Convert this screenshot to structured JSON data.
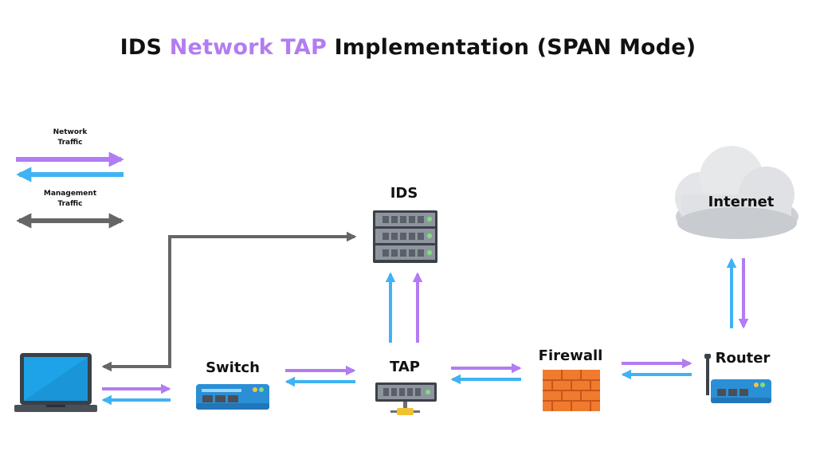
{
  "title": {
    "prefix": "IDS",
    "accent": "Network TAP",
    "suffix": "Implementation (SPAN Mode)",
    "accent_color": "#b27cf2"
  },
  "legend": {
    "network_label_1": "Network",
    "network_label_2": "Traffic",
    "management_label_1": "Management",
    "management_label_2": "Traffic"
  },
  "nodes": {
    "ids": "IDS",
    "internet": "Internet",
    "switch": "Switch",
    "tap": "TAP",
    "firewall": "Firewall",
    "router": "Router"
  },
  "icons": {
    "laptop": "laptop-icon",
    "switch": "switch-icon",
    "tap": "tap-device-icon",
    "ids": "server-rack-icon",
    "firewall": "brick-wall-icon",
    "router": "router-icon",
    "internet": "cloud-icon"
  },
  "colors": {
    "network_traffic_out": "#b27cf2",
    "network_traffic_in": "#3fb3f3",
    "management_traffic": "#666666"
  }
}
